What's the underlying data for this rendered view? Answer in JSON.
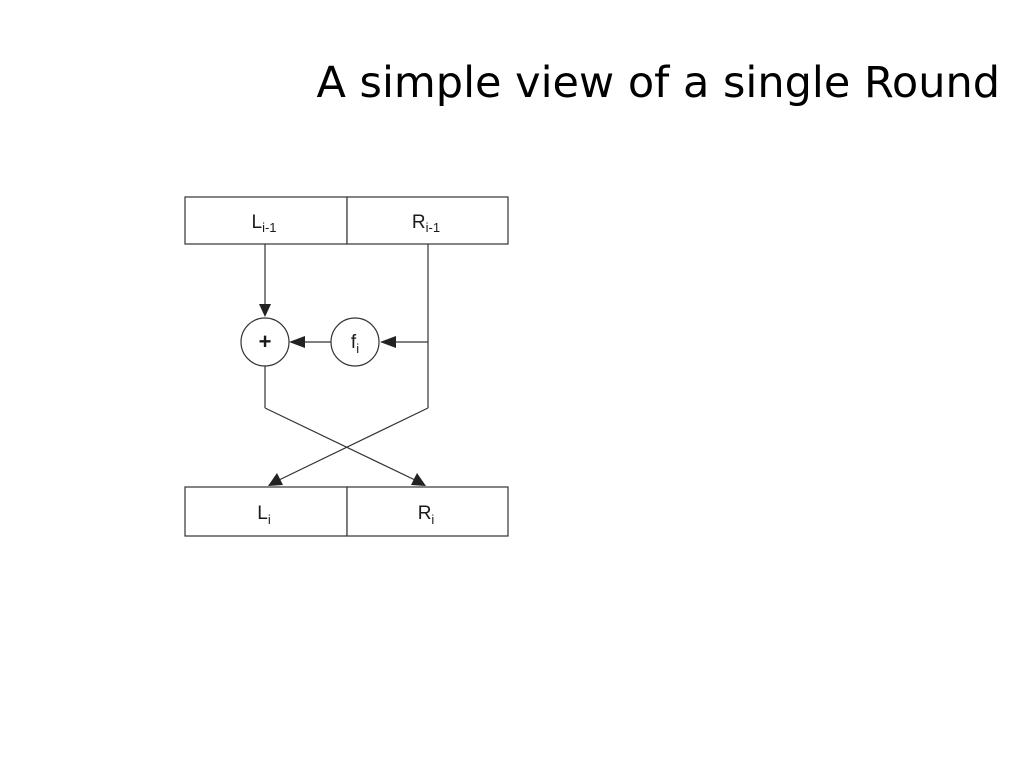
{
  "title": "A simple view of a single Round",
  "diagram": {
    "input": {
      "left": {
        "base": "L",
        "sub": "i-1"
      },
      "right": {
        "base": "R",
        "sub": "i-1"
      }
    },
    "xor_symbol": "+",
    "round_function": {
      "base": "f",
      "sub": "i"
    },
    "output": {
      "left": {
        "base": "L",
        "sub": "i"
      },
      "right": {
        "base": "R",
        "sub": "i"
      }
    }
  },
  "colors": {
    "background": "#ffffff",
    "line": "#333333",
    "text": "#1a1a1a"
  }
}
